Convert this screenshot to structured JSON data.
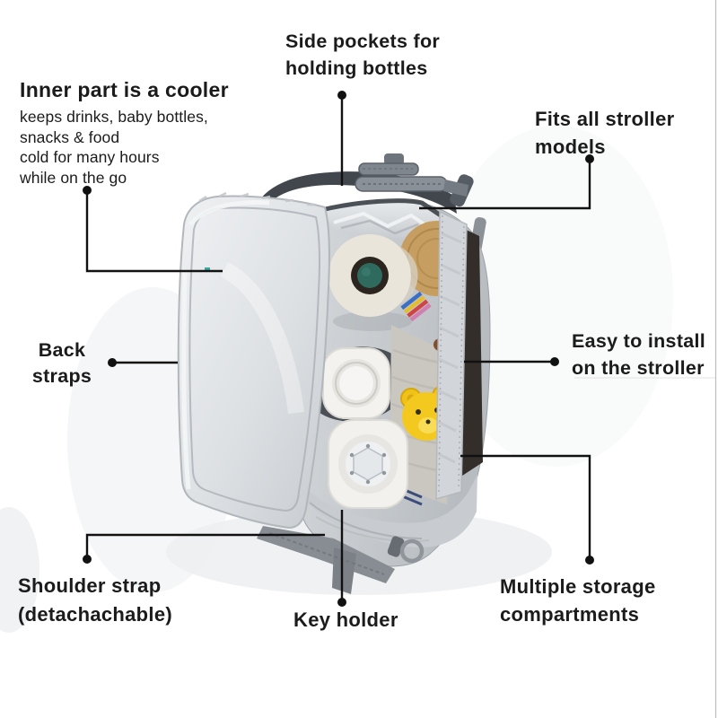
{
  "page": {
    "background": "#ffffff",
    "right_edge_line_color": "#bdbdbd"
  },
  "diagram": {
    "type": "annotated-product-infographic",
    "subject": "stroller-organizer-diaper-bag-open-top-view"
  },
  "callouts": {
    "side_pockets": {
      "lines": [
        "Side pockets for",
        "holding bottles"
      ]
    },
    "inner_cooler": {
      "title": "Inner part is a cooler",
      "lines": [
        "keeps drinks, baby bottles,",
        "snacks & food",
        "cold for many hours",
        "while on the go"
      ]
    },
    "fits_stroller": {
      "lines": [
        "Fits all stroller",
        "models"
      ]
    },
    "back_straps": {
      "lines": [
        "Back",
        "straps"
      ]
    },
    "easy_install": {
      "lines": [
        "Easy to install",
        "on the stroller"
      ]
    },
    "shoulder_strap": {
      "lines": [
        "Shoulder strap",
        "(detachachable)"
      ]
    },
    "key_holder": {
      "lines": [
        "Key holder"
      ]
    },
    "multiple_storage": {
      "lines": [
        "Multiple storage",
        "compartments"
      ]
    }
  },
  "colors": {
    "text": "#1b1b1b",
    "callout_line": "#111111",
    "bag_gray": "#c6cacd",
    "cooler_flap_silver": "#e4e7ea",
    "dark_back_panel": "#464b51",
    "toy_yellow": "#f2c51d",
    "wood_tan": "#c79e62",
    "roll_core_teal": "#2f6a5f",
    "leather_brown": "#804f30"
  },
  "illustration_parts": [
    "cooler-flap-open",
    "dark-back-panel",
    "carry-handle-straps",
    "paper-towel-roll",
    "wooden-board",
    "notebook",
    "insulated-divider",
    "baby-bottle-upper",
    "baby-bottle-lower",
    "gray-towel",
    "yellow-bear-toy",
    "leather-strap",
    "shoulder-strap",
    "key-clip-hardware"
  ]
}
